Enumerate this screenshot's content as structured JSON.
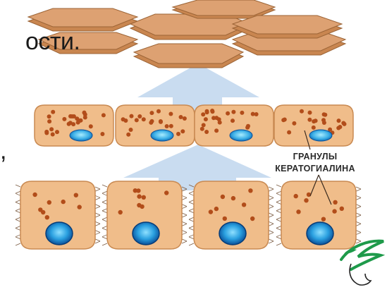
{
  "text_fragments": {
    "top_right": "ости.",
    "left_middle": ","
  },
  "diagram": {
    "annotation_line1": "ГРАНУЛЫ",
    "annotation_line2": "КЕРАТОГИАЛИНА"
  },
  "colors": {
    "cell_fill": "#f0bd8a",
    "cell_outline": "#c98a52",
    "plate_fill": "#d99a66",
    "plate_edge": "#a8693a",
    "granule": "#b24d1a",
    "nucleus_outer": "#0a5fa8",
    "nucleus_inner": "#7fd0f5",
    "arrow": "#c6daf0",
    "logo": "#1e9a4a"
  }
}
